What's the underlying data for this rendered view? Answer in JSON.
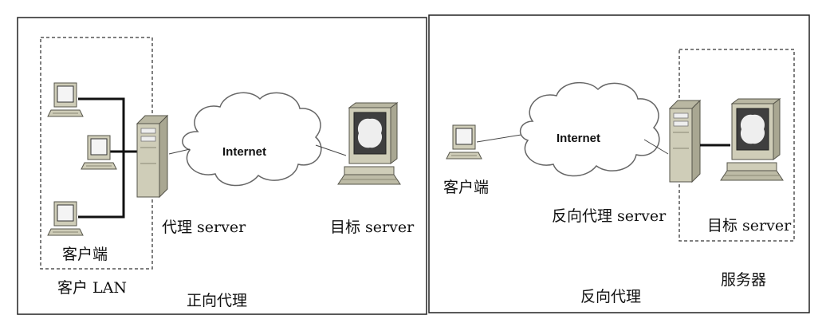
{
  "forward_panel": {
    "client_label": "客户端",
    "lan_label": "客户 LAN",
    "proxy_label": "代理 server",
    "internet_label": "Internet",
    "target_label": "目标 server",
    "caption": "正向代理"
  },
  "reverse_panel": {
    "client_label": "客户端",
    "internet_label": "Internet",
    "reverse_proxy_label": "反向代理 server",
    "target_label": "目标 server",
    "server_group_label": "服务器",
    "caption": "反向代理"
  },
  "icons": {
    "client_pc": "client-pc-icon",
    "proxy_tower": "server-tower-icon",
    "cloud": "internet-cloud-icon",
    "target_server": "target-server-icon"
  },
  "colors": {
    "device_body": "#cfcdb8",
    "device_dark": "#8a8874",
    "screen": "#444444",
    "globe": "#eeeeee",
    "line": "#111111"
  }
}
